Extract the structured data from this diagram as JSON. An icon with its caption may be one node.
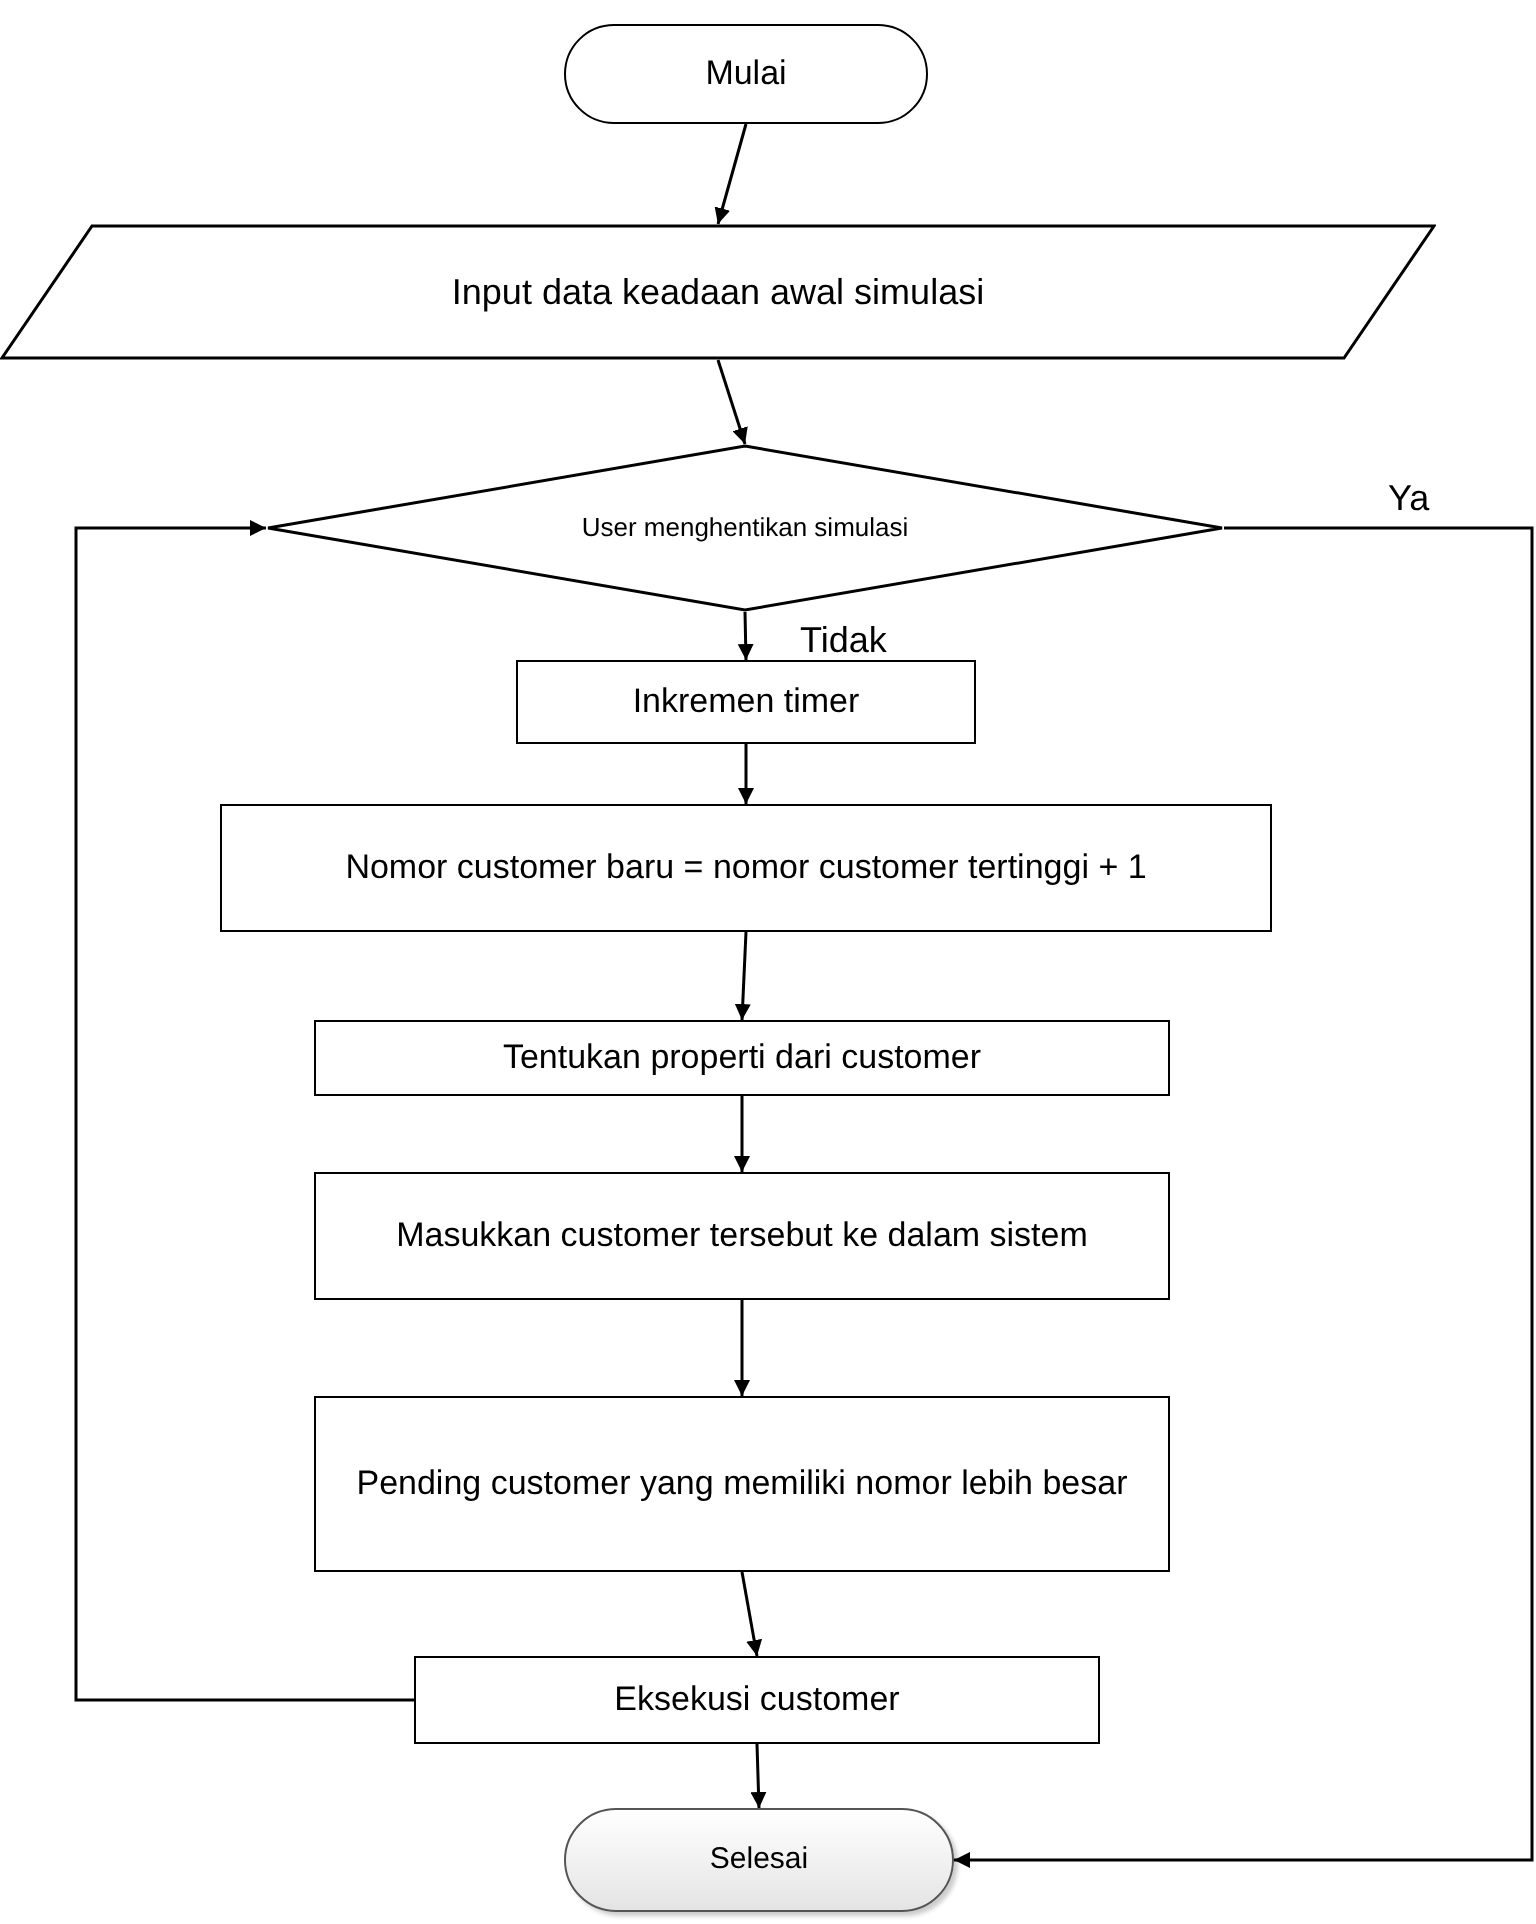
{
  "diagram": {
    "nodes": [
      {
        "text": [
          "Mulai"
        ]
      },
      {
        "text": [
          "Input data keadaan awal simulasi"
        ]
      },
      {
        "text": [
          "User menghentikan simulasi"
        ]
      },
      {
        "text": [
          "Inkremen timer"
        ]
      },
      {
        "text": [
          "Nomor customer baru = nomor customer tertinggi + 1"
        ]
      },
      {
        "text": [
          "Tentukan properti dari customer"
        ]
      },
      {
        "text": [
          "Masukkan customer tersebut ke dalam sistem"
        ]
      },
      {
        "text": [
          "Pending customer yang memiliki nomor lebih besar"
        ]
      },
      {
        "text": [
          "Eksekusi customer"
        ]
      },
      {
        "text": [
          "Selesai"
        ]
      }
    ],
    "edges": [
      {
        "from": 0,
        "to": 1,
        "arrow": "to"
      },
      {
        "from": 1,
        "to": 2,
        "arrow": "to"
      },
      {
        "from": 2,
        "to": 3,
        "arrow": "to",
        "label": "Tidak"
      },
      {
        "from": 3,
        "to": 4,
        "arrow": "to"
      },
      {
        "from": 4,
        "to": 5,
        "arrow": "to"
      },
      {
        "from": 5,
        "to": 6,
        "arrow": "to"
      },
      {
        "from": 6,
        "to": 7,
        "arrow": "to"
      },
      {
        "from": 7,
        "to": 8,
        "arrow": "to"
      },
      {
        "from": 8,
        "to": 9,
        "arrow": "to"
      },
      {
        "from": 8,
        "to": 2,
        "arrow": "to"
      },
      {
        "from": 2,
        "to": 9,
        "arrow": "to",
        "label": "Ya"
      }
    ]
  }
}
